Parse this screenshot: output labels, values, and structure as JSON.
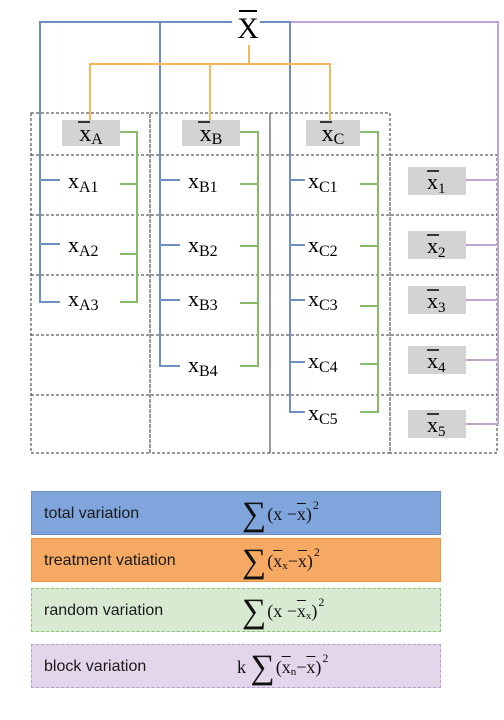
{
  "colors": {
    "blue": "#6f8fc3",
    "orange": "#f6b65a",
    "green": "#86b96a",
    "purple": "#bfa6d0",
    "mean_box": "#d3d3d3",
    "total_bg": "#7fa5dc",
    "treatment_bg": "#f5a963",
    "random_bg": "#d9ead3",
    "block_bg": "#e3d5ea"
  },
  "grand_mean": {
    "main": "X",
    "sub": ""
  },
  "group_means": [
    {
      "main": "x",
      "sub": "A"
    },
    {
      "main": "x",
      "sub": "B"
    },
    {
      "main": "x",
      "sub": "C"
    }
  ],
  "groups": {
    "A": [
      {
        "main": "x",
        "sub": "A1"
      },
      {
        "main": "x",
        "sub": "A2"
      },
      {
        "main": "x",
        "sub": "A3"
      }
    ],
    "B": [
      {
        "main": "x",
        "sub": "B1"
      },
      {
        "main": "x",
        "sub": "B2"
      },
      {
        "main": "x",
        "sub": "B3"
      },
      {
        "main": "x",
        "sub": "B4"
      }
    ],
    "C": [
      {
        "main": "x",
        "sub": "C1"
      },
      {
        "main": "x",
        "sub": "C2"
      },
      {
        "main": "x",
        "sub": "C3"
      },
      {
        "main": "x",
        "sub": "C4"
      },
      {
        "main": "x",
        "sub": "C5"
      }
    ]
  },
  "block_means": [
    {
      "main": "x",
      "sub": "1"
    },
    {
      "main": "x",
      "sub": "2"
    },
    {
      "main": "x",
      "sub": "3"
    },
    {
      "main": "x",
      "sub": "4"
    },
    {
      "main": "x",
      "sub": "5"
    }
  ],
  "legend": [
    {
      "id": "total",
      "label": "total variation"
    },
    {
      "id": "treatment",
      "label": "treatment vatiation"
    },
    {
      "id": "random",
      "label": "random variation"
    },
    {
      "id": "block",
      "label": "block variation"
    }
  ]
}
